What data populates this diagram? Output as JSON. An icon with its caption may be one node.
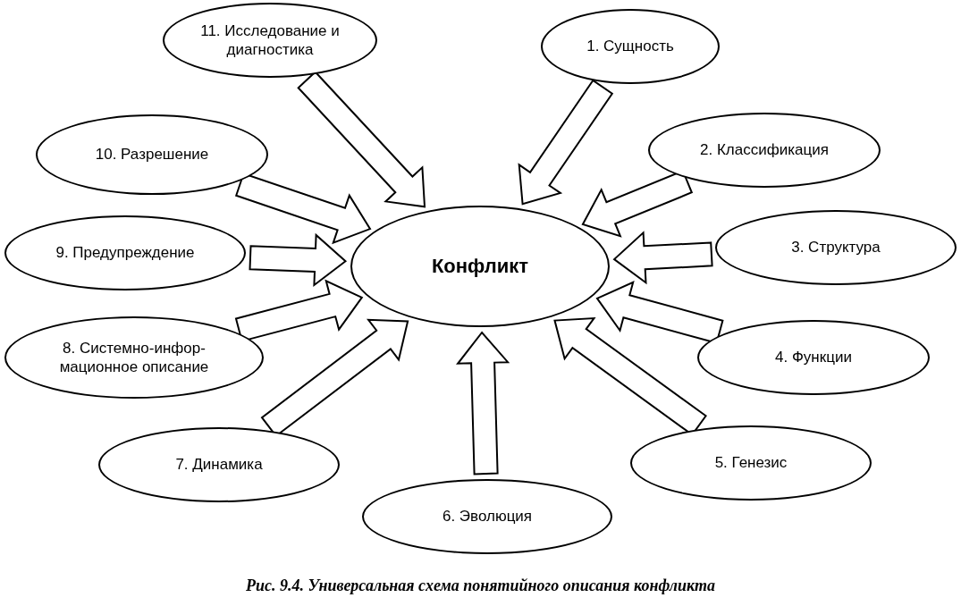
{
  "diagram": {
    "caption": "Рис. 9.4. Универсальная схема понятийного описания конфликта",
    "nodes": [
      {
        "text": [
          "Конфликт"
        ]
      },
      {
        "text": [
          "1. Сущность"
        ]
      },
      {
        "text": [
          "2. Классификация"
        ]
      },
      {
        "text": [
          "3. Структура"
        ]
      },
      {
        "text": [
          "4. Функции"
        ]
      },
      {
        "text": [
          "5. Генезис"
        ]
      },
      {
        "text": [
          "6. Эволюция"
        ]
      },
      {
        "text": [
          "7. Динамика"
        ]
      },
      {
        "text": [
          "8. Системно-инфор-мационное описание"
        ]
      },
      {
        "text": [
          "9. Предупреждение"
        ]
      },
      {
        "text": [
          "10. Разрешение"
        ]
      },
      {
        "text": [
          "11. Исследование и диагностика"
        ]
      }
    ],
    "edges": [
      {
        "from": 1,
        "to": 0,
        "arrow": "to",
        "style": "thick"
      },
      {
        "from": 2,
        "to": 0,
        "arrow": "to",
        "style": "thick"
      },
      {
        "from": 3,
        "to": 0,
        "arrow": "to",
        "style": "thick"
      },
      {
        "from": 4,
        "to": 0,
        "arrow": "to",
        "style": "thick"
      },
      {
        "from": 5,
        "to": 0,
        "arrow": "to",
        "style": "thick"
      },
      {
        "from": 6,
        "to": 0,
        "arrow": "to",
        "style": "thick"
      },
      {
        "from": 7,
        "to": 0,
        "arrow": "to",
        "style": "thick"
      },
      {
        "from": 8,
        "to": 0,
        "arrow": "to",
        "style": "thick"
      },
      {
        "from": 9,
        "to": 0,
        "arrow": "to",
        "style": "thick"
      },
      {
        "from": 10,
        "to": 0,
        "arrow": "to",
        "style": "thick"
      },
      {
        "from": 11,
        "to": 0,
        "arrow": "to",
        "style": "thick"
      }
    ]
  }
}
